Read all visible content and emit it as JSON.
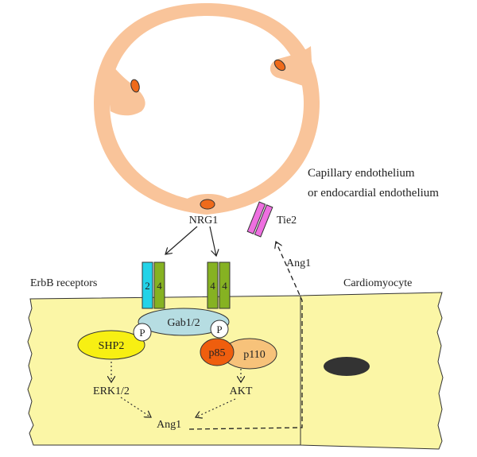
{
  "colors": {
    "endothelium": "#f9c49a",
    "nucleus": "#ef6a1a",
    "cell": "#fbf6a6",
    "erbb2": "#22d3e8",
    "erbb4": "#86b222",
    "tie2": "#ee6fe0",
    "gab": "#b6dde2",
    "shp2": "#f7ef13",
    "p85": "#ef5e0e",
    "p110": "#f7c27a",
    "cardio_nucleus": "#333333"
  },
  "labels": {
    "capillary_line1": "Capillary endothelium",
    "capillary_line2": "or endocardial endothelium",
    "nrg1": "NRG1",
    "tie2": "Tie2",
    "ang1_top": "Ang1",
    "erbb_receptors": "ErbB receptors",
    "cardiomyocyte": "Cardiomyocyte",
    "gab": "Gab1/2",
    "p_left": "P",
    "p_right": "P",
    "shp2": "SHP2",
    "p85": "p85",
    "p110": "p110",
    "erk": "ERK1/2",
    "akt": "AKT",
    "ang1_bottom": "Ang1",
    "receptor_left_a": "2",
    "receptor_left_b": "4",
    "receptor_right_a": "4",
    "receptor_right_b": "4"
  }
}
